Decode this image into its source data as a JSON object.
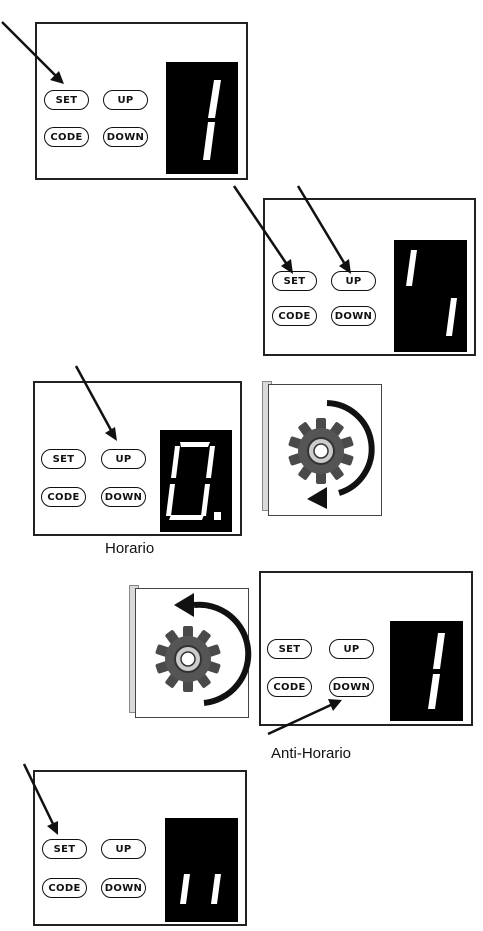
{
  "buttons": {
    "set": "SET",
    "up": "UP",
    "code": "CODE",
    "down": "DOWN"
  },
  "steps": [
    {
      "display_digits": "1"
    },
    {
      "display_digits": "11"
    },
    {
      "display_digits": "0."
    },
    {
      "display_digits": "1"
    },
    {
      "display_digits": "11"
    }
  ],
  "captions": {
    "clockwise": "Horario",
    "counterclockwise": "Anti-Horario"
  },
  "icons": {
    "gear_cw": "gear-clockwise-icon",
    "gear_ccw": "gear-counterclockwise-icon",
    "arrow": "pointer-arrow-icon"
  },
  "colors": {
    "display_bg": "#000000",
    "segment": "#ffffff",
    "gear": "#4a4a4a"
  }
}
